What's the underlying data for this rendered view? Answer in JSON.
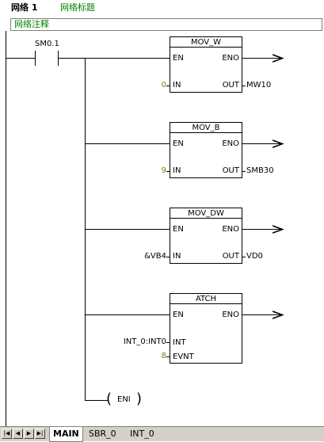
{
  "network": {
    "label": "网络 1",
    "title": "网络标题",
    "comment": "网络注释"
  },
  "contact": {
    "label": "SM0.1"
  },
  "boxes": [
    {
      "title": "MOV_W",
      "en": "EN",
      "eno": "ENO",
      "inputs": [
        {
          "pin": "IN",
          "value": "0"
        }
      ],
      "output_pin": "OUT",
      "output_value": "MW10"
    },
    {
      "title": "MOV_B",
      "en": "EN",
      "eno": "ENO",
      "inputs": [
        {
          "pin": "IN",
          "value": "9"
        }
      ],
      "output_pin": "OUT",
      "output_value": "SMB30"
    },
    {
      "title": "MOV_DW",
      "en": "EN",
      "eno": "ENO",
      "inputs": [
        {
          "pin": "IN",
          "value": "&VB4"
        }
      ],
      "output_pin": "OUT",
      "output_value": "VD0"
    },
    {
      "title": "ATCH",
      "en": "EN",
      "eno": "ENO",
      "inputs": [
        {
          "pin": "INT",
          "value": "INT_0:INT0"
        },
        {
          "pin": "EVNT",
          "value": "8"
        }
      ]
    }
  ],
  "coil": {
    "label": "ENI"
  },
  "tabs": {
    "items": [
      "MAIN",
      "SBR_0",
      "INT_0"
    ],
    "active": "MAIN"
  },
  "nav_icons": [
    "first-icon",
    "prev-icon",
    "next-icon",
    "last-icon"
  ]
}
